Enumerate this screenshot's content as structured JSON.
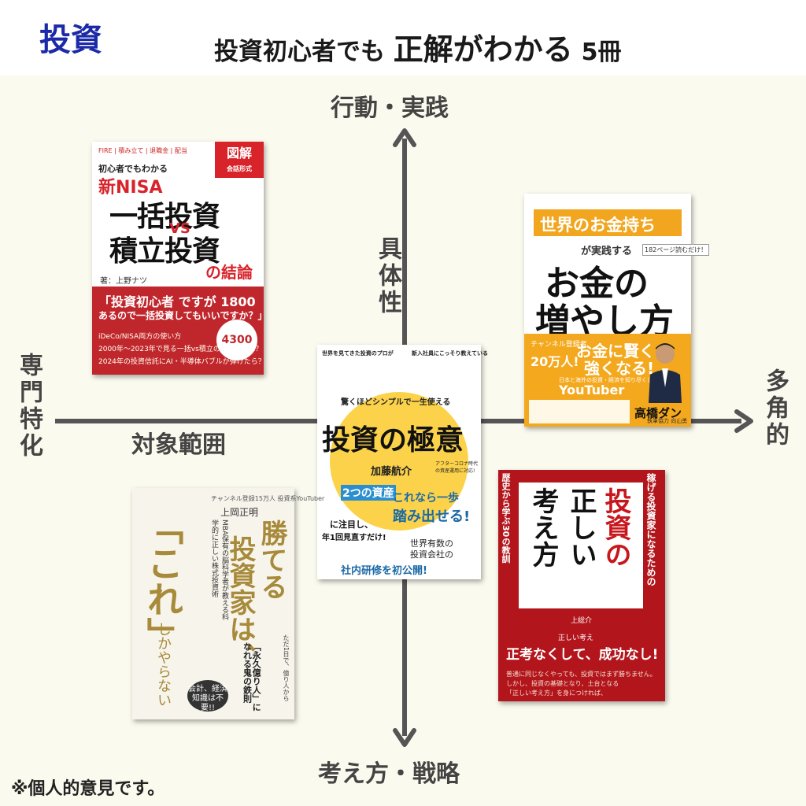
{
  "header": {
    "category": "投資",
    "headline_pre": "投資初心者でも",
    "headline_main": "正解がわかる",
    "headline_count": "5冊"
  },
  "axes": {
    "top": "行動・実践",
    "bottom": "考え方・戦略",
    "left": "専門特化",
    "right": "多角的",
    "vertical_name": "具体性",
    "horizontal_name": "対象範囲"
  },
  "colors": {
    "panel_bg": "#fbfaee",
    "title_blue": "#1c2aa8",
    "axis": "#555555"
  },
  "books": {
    "a": {
      "tags": "FIRE | 積み立て | 退職金 | 配当",
      "zukai": "図解",
      "zukai_sub": "会話形式",
      "line1": "初心者でもわかる",
      "line2": "新NISA",
      "line3": "一括投資",
      "vs": "VS",
      "line4": "積立投資",
      "line5": "の結論",
      "author": "著：上野ナツ",
      "q1": "「投資初心者 ですが 1800",
      "q2": "あるので一括投資してもいいですか？」",
      "list1": "iDeCo/NISA両方の使い方",
      "list2": "2000年〜2023年で見る一括vs積立のリターンは？",
      "list3": "2024年の投資信託にAI・半導体バブルが弾けたら？",
      "badge": "4300"
    },
    "b": {
      "line1": "世界のお金持ち",
      "line2": "が実践する",
      "note": "182ページ読むだけ！",
      "line3": "お金の",
      "line4": "増やし方",
      "ch": "チャンネル登録者",
      "count": "20万人!",
      "line5": "お金に賢く",
      "line6": "強くなる!",
      "sub": "日本と海外の投資・経済を知り尽くした",
      "yt": "YouTuber",
      "author": "高橋ダン",
      "support": "執筆協力 向山勇"
    },
    "c": {
      "bub1": "世界を見てきた投資のプロが",
      "bub2": "新入社員にこっそり教えている",
      "line1": "驚くほどシンプルで一生使える",
      "line2": "投資の極意",
      "author": "加藤航介",
      "after": "アフターコロナ時代の資産運用に対応!",
      "tag": "2つの資産",
      "line3": "に注目し、",
      "line4": "年1回見直すだけ!",
      "line5": "これなら一歩",
      "line6": "踏み出せる!",
      "line7": "世界有数の",
      "line8": "投資会社の",
      "line9": "社内研修を初公開!"
    },
    "d": {
      "ch": "チャンネル登録15万人 投資系YouTuber",
      "author": "上岡正明",
      "sub": "MBA保有の脳科学者が教える科学的に正しい株式投資術",
      "line1": "勝てる",
      "line2": "投資家は、",
      "line3": "「これ」",
      "line4": "しかやらない",
      "rule": "「永久億り人」になれる鬼の鉄則",
      "side": "ただ1日で、億り人から",
      "circle": "会計、経済知識は不要!!"
    },
    "e": {
      "side1": "稼げる投資家になるための",
      "side2": "歴史から学ぶ30の教訓",
      "line1": "投資の",
      "line2": "正しい",
      "line3": "考え方",
      "author": "上総介",
      "caption": "正しい考え",
      "line4": "正考なくして、成功なし!",
      "desc1": "普通に同じなくやっても、投資ではまず勝ちません。",
      "desc2": "しかし、投資の基礎となり、土台となる",
      "desc3": "「正しい考え方」を身につければ、"
    }
  },
  "note": "※個人的意見です。"
}
